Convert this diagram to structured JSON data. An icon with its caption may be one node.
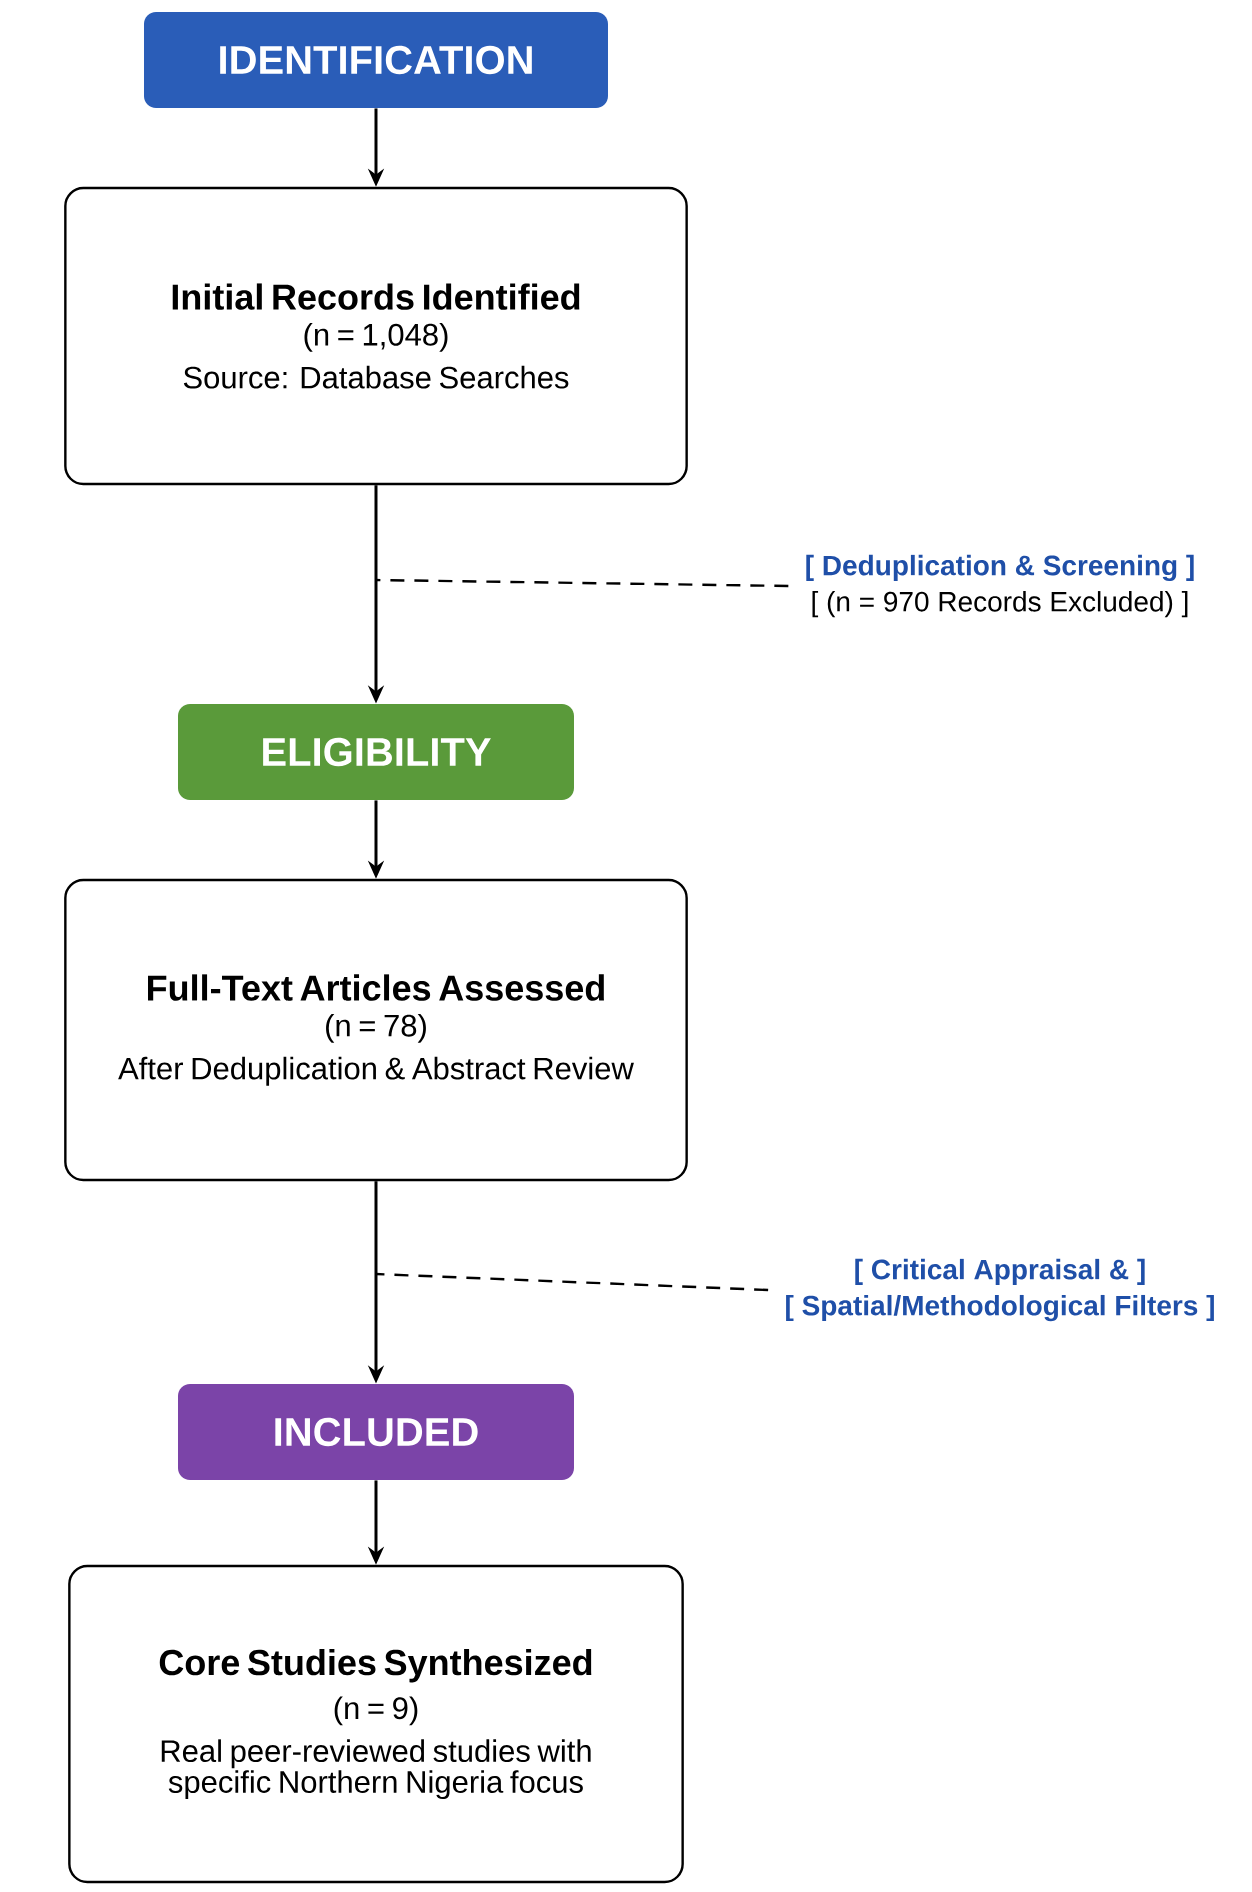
{
  "diagram": {
    "nodes": [
      {
        "text": [
          "IDENTIFICATION"
        ]
      },
      {
        "text": [
          "Initial Records Identified",
          "(n = 1,048)",
          "Source: Database Searches"
        ]
      },
      {
        "text": [
          "ELIGIBILITY"
        ]
      },
      {
        "text": [
          "Full-Text Articles Assessed",
          "(n = 78)",
          "After Deduplication & Abstract Review"
        ]
      },
      {
        "text": [
          "INCLUDED"
        ]
      },
      {
        "text": [
          "Core Studies Synthesized",
          "(n = 9)",
          "Real peer-reviewed studies with specific Northern Nigeria focus"
        ]
      },
      {
        "text": [
          "[ Deduplication & Screening ]",
          "[ (n = 970 Records Excluded) ]"
        ]
      },
      {
        "text": [
          "[ Critical Appraisal & ]",
          "[ Spatial/Methodological Filters ]"
        ]
      }
    ],
    "edges": [
      {
        "from": 0,
        "to": 1,
        "arrow": "to"
      },
      {
        "from": 1,
        "to": 2,
        "arrow": "to"
      },
      {
        "from": 2,
        "to": 3,
        "arrow": "to"
      },
      {
        "from": 3,
        "to": 4,
        "arrow": "to"
      },
      {
        "from": 4,
        "to": 5,
        "arrow": "to"
      },
      {
        "from": 6,
        "to": null,
        "arrow": "none",
        "style": "dashed"
      },
      {
        "from": 7,
        "to": null,
        "arrow": "none",
        "style": "dashed"
      }
    ]
  }
}
